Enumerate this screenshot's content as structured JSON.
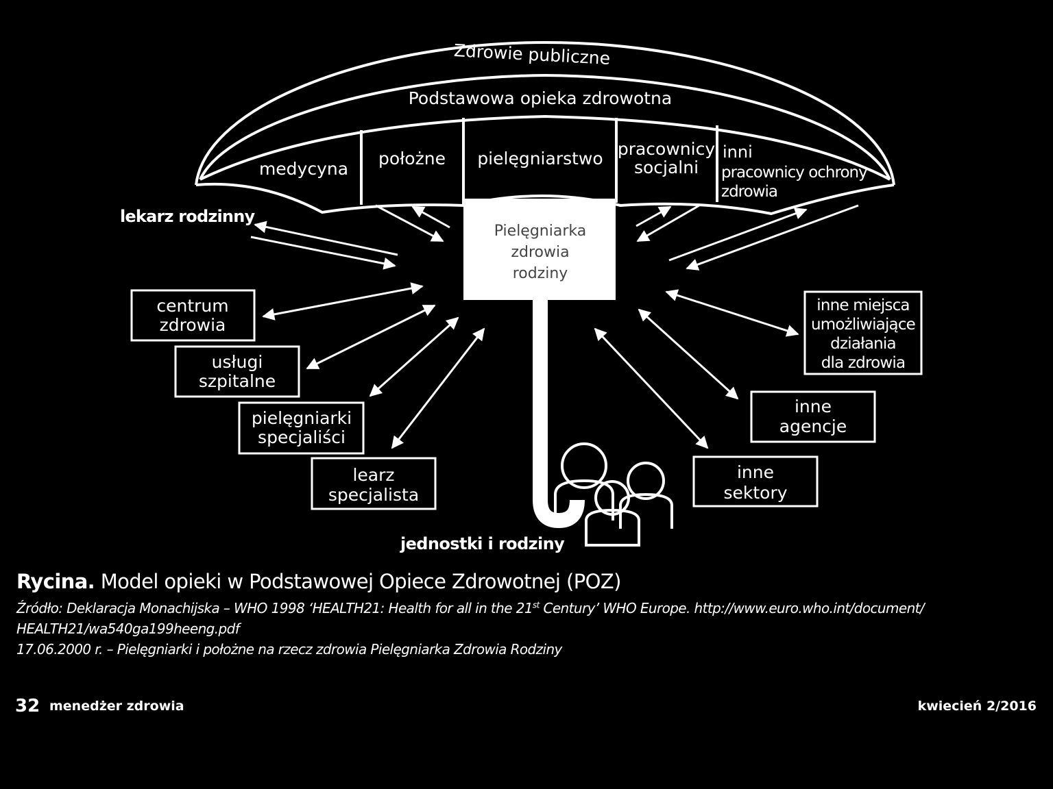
{
  "diagram": {
    "umbrella_outer": "Zdrowie publiczne",
    "umbrella_inner": "Podstawowa opieka zdrowotna",
    "sections": {
      "medycyna": "medycyna",
      "polozne": "położne",
      "pielegniarstwo": "pielęgniarstwo",
      "pracownicy_socjalni": [
        "pracownicy",
        "socjalni"
      ],
      "inni": [
        "inni",
        "pracownicy ochrony",
        "zdrowia"
      ]
    },
    "center": [
      "Pielęgniarka",
      "zdrowia",
      "rodziny"
    ],
    "left_label": "lekarz rodzinny",
    "bottom_label": "jednostki i rodziny",
    "left_boxes": [
      [
        "centrum",
        "zdrowia"
      ],
      [
        "usługi",
        "szpitalne"
      ],
      [
        "pielęgniarki",
        "specjaliści"
      ],
      [
        "learz",
        "specjalista"
      ]
    ],
    "right_boxes": [
      [
        "inne miejsca",
        "umożliwiające",
        "działania",
        "dla zdrowia"
      ],
      [
        "inne",
        "agencje"
      ],
      [
        "inne",
        "sektory"
      ]
    ]
  },
  "caption": {
    "title_bold": "Rycina.",
    "title_rest": " Model opieki w Podstawowej Opiece Zdrowotnej (POZ)",
    "source_line1_a": "Źródło: Deklaracja Monachijska – WHO 1998 ‘HEALTH21: Health for all in the 21",
    "source_line1_sup": "st",
    "source_line1_b": " Century’ WHO Europe. http://www.euro.who.int/document/",
    "source_line2": "HEALTH21/wa540ga199heeng.pdf",
    "source_line3": "17.06.2000 r. – Pielęgniarki i położne na rzecz zdrowia Pielęgniarka Zdrowia Rodziny"
  },
  "footer": {
    "page_number": "32",
    "magazine": "menedżer zdrowia",
    "issue": "kwiecień 2/2016"
  }
}
